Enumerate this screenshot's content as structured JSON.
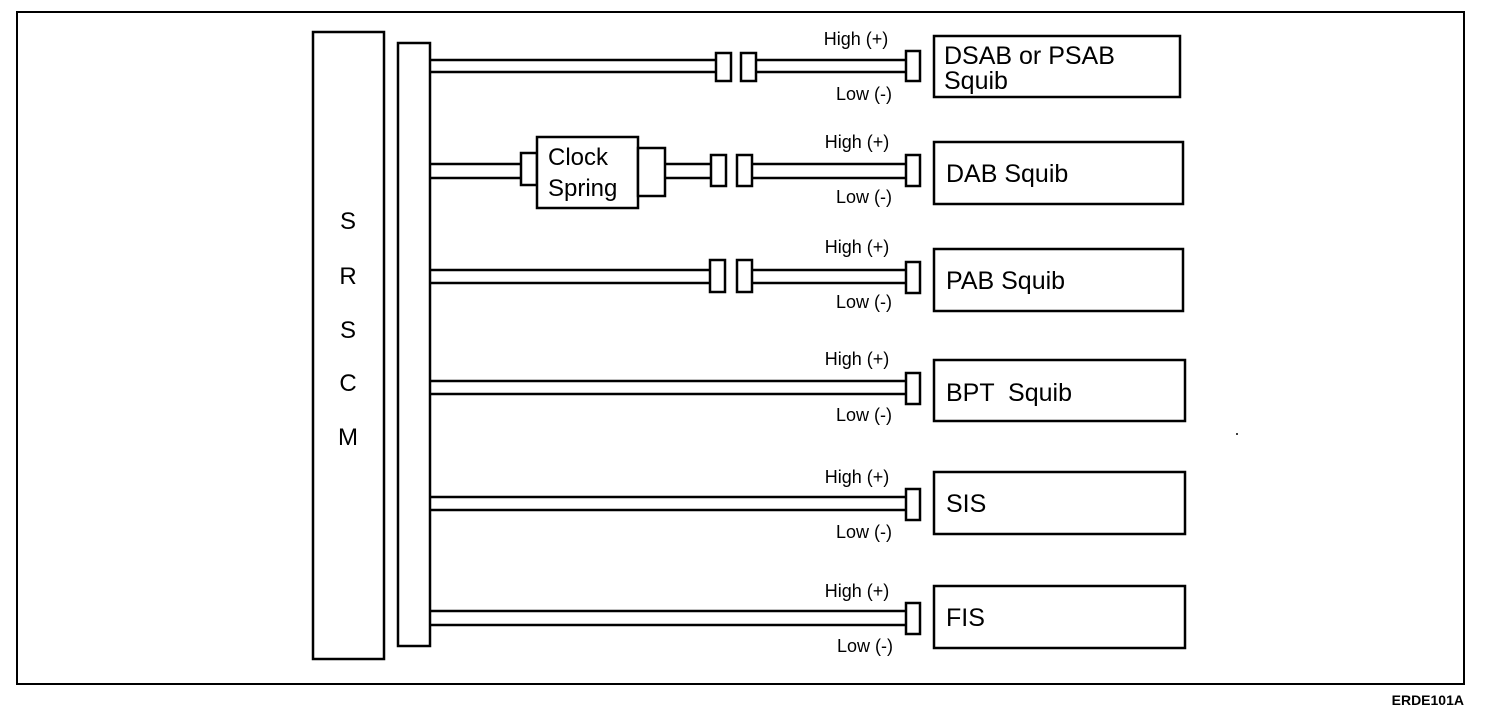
{
  "figure_code": "ERDE101A",
  "module": {
    "label_letters": [
      "S",
      "R",
      "S",
      "C",
      "M"
    ]
  },
  "clock_spring": {
    "line1": "Clock",
    "line2": "Spring"
  },
  "high_label": "High (+)",
  "low_label": "Low (-)",
  "circuits": [
    {
      "squib_line1": "DSAB or PSAB",
      "squib_line2": "Squib",
      "high_label": "High (+)",
      "low_label": "Low (-)",
      "inline_connector": true,
      "via_clock_spring": false
    },
    {
      "squib_line1": "DAB Squib",
      "squib_line2": "",
      "high_label": "High (+)",
      "low_label": "Low (-)",
      "inline_connector": true,
      "via_clock_spring": true
    },
    {
      "squib_line1": "PAB Squib",
      "squib_line2": "",
      "high_label": "High (+)",
      "low_label": "Low (-)",
      "inline_connector": true,
      "via_clock_spring": false
    },
    {
      "squib_line1": "BPT  Squib",
      "squib_line2": "",
      "high_label": "High (+)",
      "low_label": "Low (-)",
      "inline_connector": false,
      "via_clock_spring": false
    },
    {
      "squib_line1": "SIS",
      "squib_line2": "",
      "high_label": "High (+)",
      "low_label": "Low (-)",
      "inline_connector": false,
      "via_clock_spring": false
    },
    {
      "squib_line1": "FIS",
      "squib_line2": "",
      "high_label": "High (+)",
      "low_label": "Low (-)",
      "inline_connector": false,
      "via_clock_spring": false
    }
  ]
}
